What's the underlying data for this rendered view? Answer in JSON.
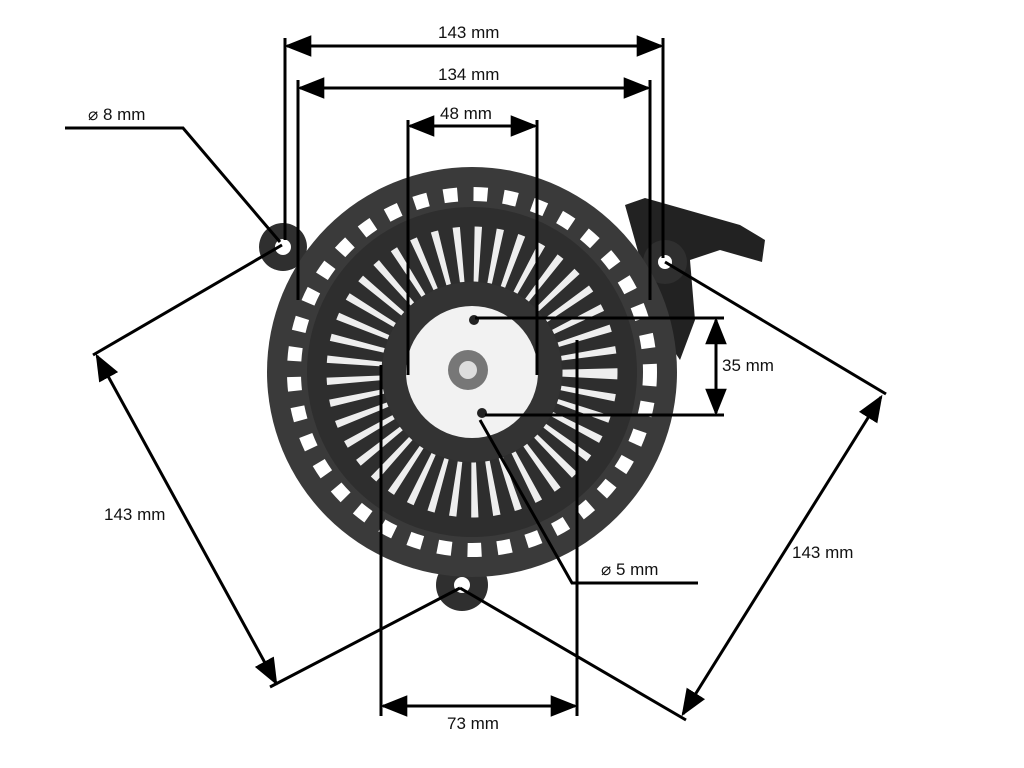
{
  "title": "Recoil starter dimensions",
  "dimensions": {
    "overall_width": "143 mm",
    "inner_width": "134 mm",
    "hub_width": "48 mm",
    "mount_hole": "⌀ 8 mm",
    "pin_spacing": "35 mm",
    "left_mount_spacing": "143 mm",
    "right_mount_spacing": "143 mm",
    "pin_hole": "⌀ 5 mm",
    "bottom_width": "73 mm"
  },
  "colors": {
    "part": "#2a2a2a",
    "line": "#000000"
  }
}
